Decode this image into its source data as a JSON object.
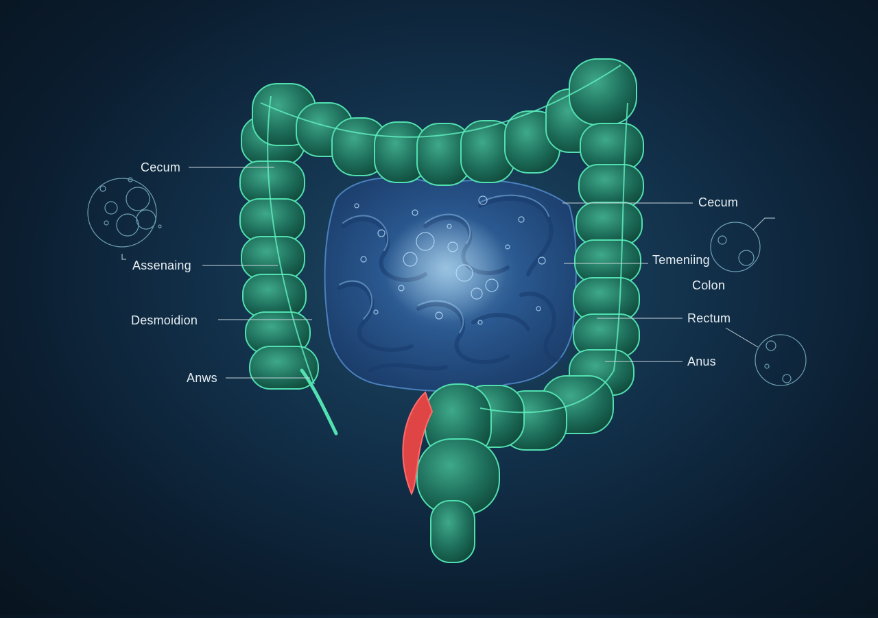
{
  "labels": {
    "left_cecum": "Cecum",
    "left_ascending": "Assenaing",
    "left_descending": "Desmoidion",
    "left_anus": "Anws",
    "right_cecum": "Cecum",
    "right_temening": "Temeniing",
    "right_colon": "Colon",
    "right_rectum": "Rectum",
    "right_anus": "Anus"
  },
  "colors": {
    "background": "#0b1d2f",
    "colon_fill": "#1e6e5c",
    "colon_glow": "#46d6a6",
    "small_intestine": "#2a5b9a",
    "highlight": "#e04545",
    "leader_line": "#c9d6dc"
  }
}
